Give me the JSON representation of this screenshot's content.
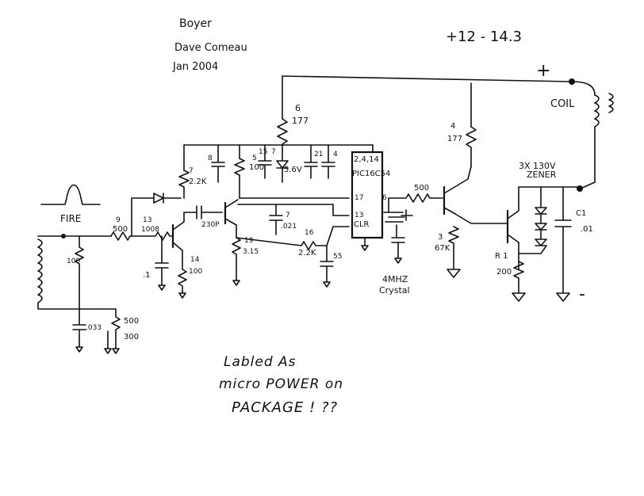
{
  "header": {
    "author1": "Boyer",
    "author2": "Dave Comeau",
    "date": "Jan 2004",
    "supply": "+12 - 14.3"
  },
  "signals": {
    "plus": "+",
    "minus": "-",
    "coil": "COIL",
    "fire": "FIRE",
    "zener": "3X 130V",
    "zener2": "ZENER",
    "crystal": "4MHZ",
    "crystal2": "Crystal"
  },
  "components": {
    "r6_num": "6",
    "r6_val": "177",
    "r4_num": "4",
    "r4_val": "177",
    "r7_num": "7",
    "r7_val": "2.2K",
    "r8_num": "8",
    "r5_num": "5",
    "r5_val": "100",
    "c15": "15",
    "c7": "7",
    "c21": "21",
    "c4": "4",
    "zener56": "5.6V",
    "c230": "230P",
    "c7b": "7",
    "c021": ".021",
    "r9_num": "9",
    "r9_val": "500",
    "r13_num": "13",
    "r13_val": "1008",
    "r14_num": "14",
    "r14_val": "100",
    "c1": ".1",
    "r19_num": "19",
    "r19_val": "3.15",
    "r16_num": "16",
    "r16_val": "2.2K",
    "c55": "55",
    "r10": "100",
    "c33": ".033",
    "r500b": "500",
    "r300": "300",
    "r500": "500",
    "r3_num": "3",
    "r3_val": "67K",
    "r1_num": "R 1",
    "r1_val": "200",
    "c1b_num": "C1",
    "c1b_val": ".01"
  },
  "pic": {
    "pins_top": "2,4,14",
    "name": "PIC16C54",
    "pin17": "17",
    "pin6": "6",
    "pin13": "13",
    "clr": "CLR"
  },
  "note": {
    "line1": "Labled As",
    "line2": "micro POWER on",
    "line3": "PACKAGE ! ??"
  }
}
